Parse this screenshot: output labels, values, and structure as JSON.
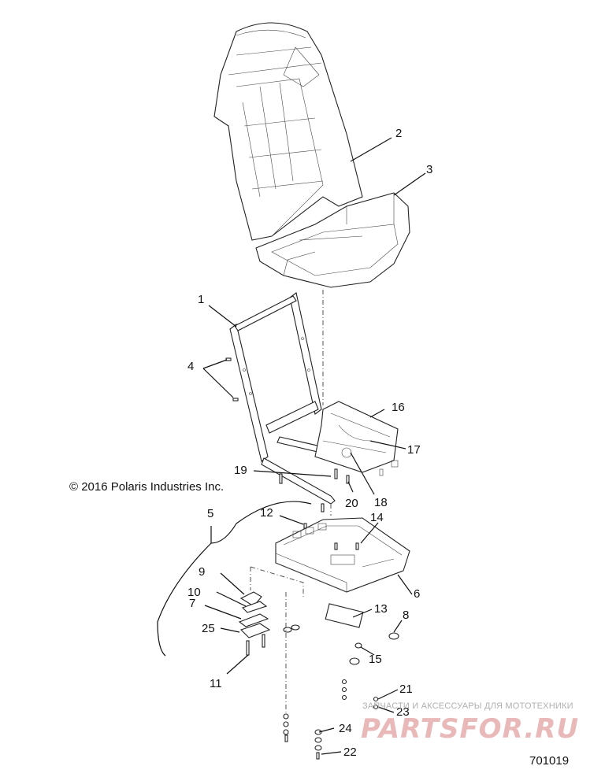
{
  "copyright": "© 2016 Polaris Industries Inc.",
  "figure_id": "701019",
  "watermark": {
    "tagline": "ЗАПЧАСТИ И АКСЕССУАРЫ ДЛЯ МОТОТЕХНИКИ",
    "logo": "PARTSFOR.RU"
  },
  "callouts": [
    "1",
    "2",
    "3",
    "4",
    "5",
    "6",
    "7",
    "8",
    "9",
    "10",
    "11",
    "12",
    "13",
    "14",
    "15",
    "16",
    "17",
    "18",
    "19",
    "20",
    "21",
    "22",
    "23",
    "24",
    "25"
  ]
}
